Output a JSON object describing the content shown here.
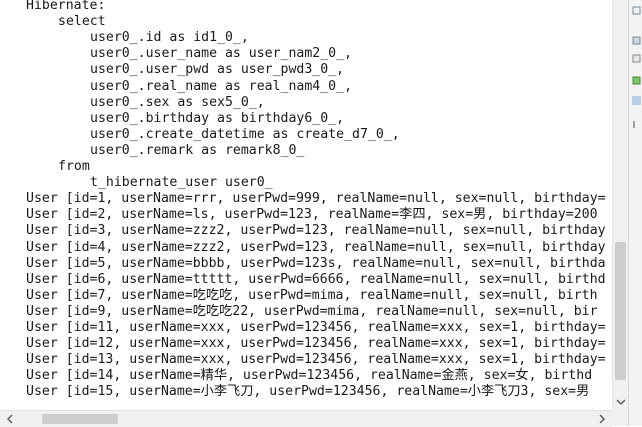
{
  "console": {
    "lines": [
      {
        "text": "Hibernate:",
        "indent": 0
      },
      {
        "text": "select",
        "indent": 1
      },
      {
        "text": "user0_.id as id1_0_,",
        "indent": 2
      },
      {
        "text": "user0_.user_name as user_nam2_0_,",
        "indent": 2
      },
      {
        "text": "user0_.user_pwd as user_pwd3_0_,",
        "indent": 2
      },
      {
        "text": "user0_.real_name as real_nam4_0_,",
        "indent": 2
      },
      {
        "text": "user0_.sex as sex5_0_,",
        "indent": 2
      },
      {
        "text": "user0_.birthday as birthday6_0_,",
        "indent": 2
      },
      {
        "text": "user0_.create_datetime as create_d7_0_,",
        "indent": 2
      },
      {
        "text": "user0_.remark as remark8_0_",
        "indent": 2
      },
      {
        "text": "from",
        "indent": 1
      },
      {
        "text": "t_hibernate_user user0_",
        "indent": 2
      },
      {
        "text": "User [id=1, userName=rrr, userPwd=999, realName=null, sex=null, birthday=",
        "indent": 0
      },
      {
        "text": "User [id=2, userName=ls, userPwd=123, realName=李四, sex=男, birthday=200",
        "indent": 0
      },
      {
        "text": "User [id=3, userName=zzz2, userPwd=123, realName=null, sex=null, birthday",
        "indent": 0
      },
      {
        "text": "User [id=4, userName=zzz2, userPwd=123, realName=null, sex=null, birthday",
        "indent": 0
      },
      {
        "text": "User [id=5, userName=bbbb, userPwd=123s, realName=null, sex=null, birthda",
        "indent": 0
      },
      {
        "text": "User [id=6, userName=ttttt, userPwd=6666, realName=null, sex=null, birthd",
        "indent": 0
      },
      {
        "text": "User [id=7, userName=吃吃吃, userPwd=mima, realName=null, sex=null, birth",
        "indent": 0
      },
      {
        "text": "User [id=9, userName=吃吃吃22, userPwd=mima, realName=null, sex=null, bir",
        "indent": 0
      },
      {
        "text": "User [id=11, userName=xxx, userPwd=123456, realName=xxx, sex=1, birthday=",
        "indent": 0
      },
      {
        "text": "User [id=12, userName=xxx, userPwd=123456, realName=xxx, sex=1, birthday=",
        "indent": 0
      },
      {
        "text": "User [id=13, userName=xxx, userPwd=123456, realName=xxx, sex=1, birthday=",
        "indent": 0
      },
      {
        "text": "User [id=14, userName=精华, userPwd=123456, realName=金燕, sex=女, birthd",
        "indent": 0
      },
      {
        "text": "User [id=15, userName=小李飞刀, userPwd=123456, realName=小李飞刀3, sex=男",
        "indent": 0
      }
    ]
  },
  "icons": {
    "scroll_down": "chevron-down-icon",
    "scroll_left": "chevron-left-icon",
    "scroll_right": "chevron-right-icon"
  },
  "colors": {
    "text": "#1a1a1a",
    "scrollbar_track": "#f0f0f0",
    "scrollbar_thumb": "#cdcdcd"
  }
}
